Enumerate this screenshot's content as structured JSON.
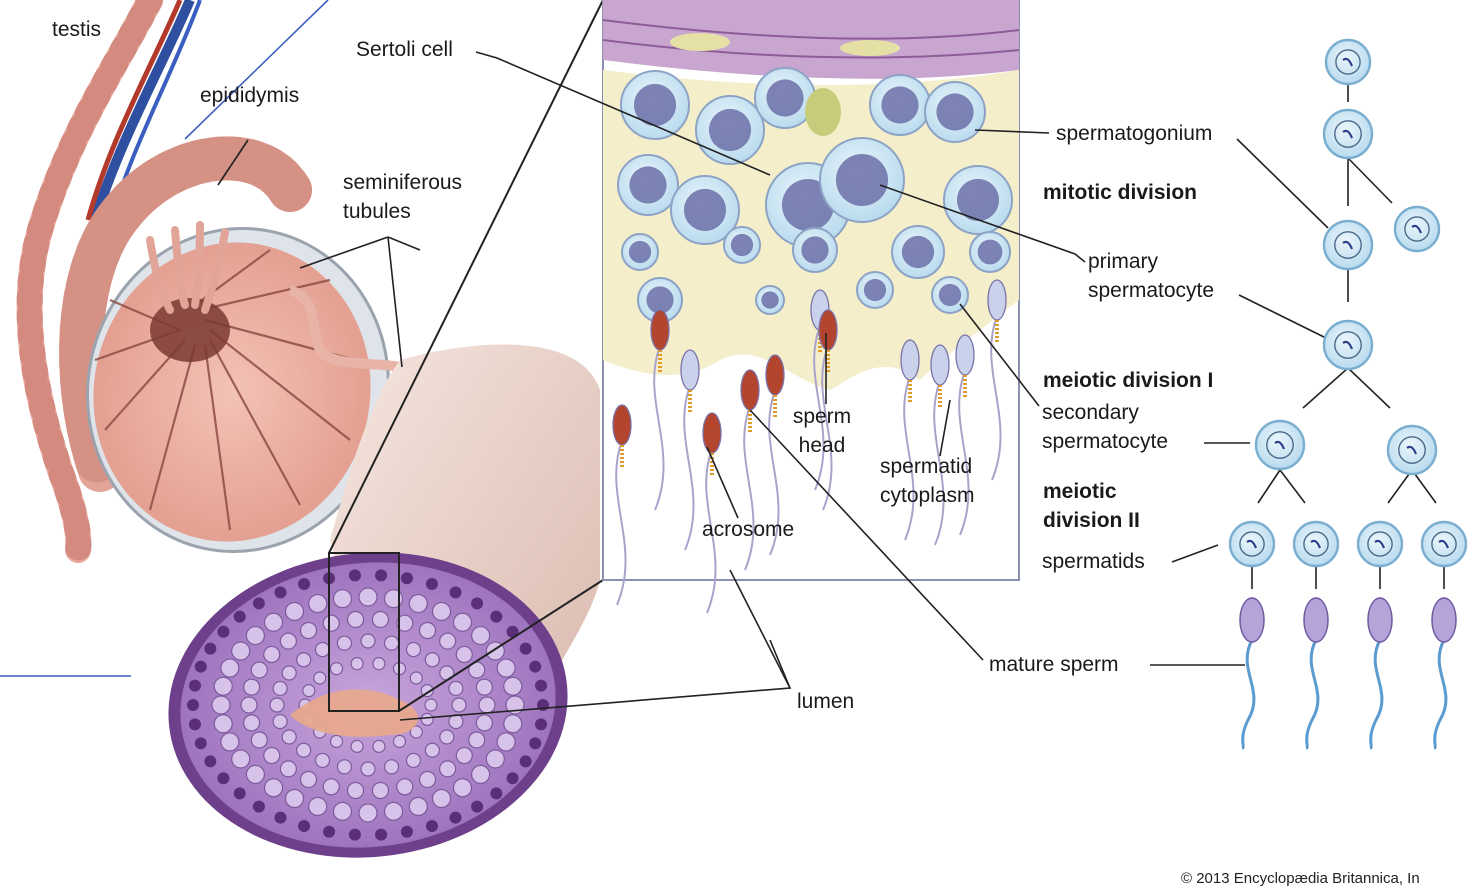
{
  "diagram": {
    "labels": {
      "testis": "testis",
      "epididymis": "epididymis",
      "sertoli_cell": "Sertoli cell",
      "seminiferous_tubules_line1": "seminiferous",
      "seminiferous_tubules_line2": "tubules",
      "spermatogonium": "spermatogonium",
      "mitotic_division": "mitotic division",
      "primary_spermatocyte_line1": "primary",
      "primary_spermatocyte_line2": "spermatocyte",
      "meiotic_division_1": "meiotic division I",
      "secondary_spermatocyte_line1": "secondary",
      "secondary_spermatocyte_line2": "spermatocyte",
      "meiotic_division_2_line1": "meiotic",
      "meiotic_division_2_line2": "division II",
      "spermatids": "spermatids",
      "sperm_head_line1": "sperm",
      "sperm_head_line2": "head",
      "spermatid_cytoplasm_line1": "spermatid",
      "spermatid_cytoplasm_line2": "cytoplasm",
      "acrosome": "acrosome",
      "mature_sperm": "mature sperm",
      "lumen": "lumen"
    },
    "copyright": "© 2013 Encyclopædia Britannica, In",
    "colors": {
      "tissue_pink": "#e8a99c",
      "tissue_dark": "#c9786e",
      "tubule_purple": "#a27bc2",
      "cell_blue": "#cfe6f3",
      "cell_outline": "#7aaed0",
      "annotation_blue": "#3a5fc0",
      "acrosome_red": "#b3452e",
      "cytoplasm_yellow": "#f4eecb"
    }
  }
}
